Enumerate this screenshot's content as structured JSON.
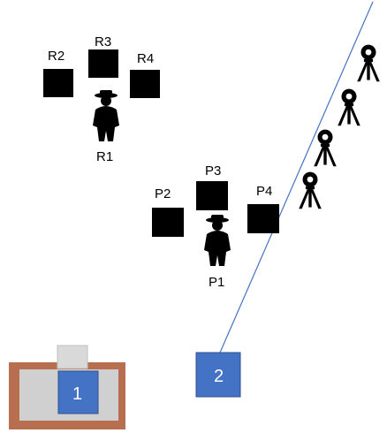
{
  "colors": {
    "square": "#000000",
    "figure": "#000000",
    "marker_box": "#4472c4",
    "marker_box_border": "#2f528f",
    "line": "#4472c4",
    "brown": "#b86f4f",
    "gray": "#d0d0d0",
    "light_gray": "#d9d9d9"
  },
  "groups": [
    {
      "person_label": "R1",
      "square_labels": [
        "R2",
        "R3",
        "R4"
      ]
    },
    {
      "person_label": "P1",
      "square_labels": [
        "P2",
        "P3",
        "P4"
      ]
    }
  ],
  "markers": [
    {
      "label": "1",
      "icon": "device-station"
    },
    {
      "label": "2",
      "icon": "plain-box"
    }
  ],
  "tripod_count": 4,
  "icons": {
    "person": "person-with-hat-icon",
    "tripod": "tripod-target-icon"
  }
}
